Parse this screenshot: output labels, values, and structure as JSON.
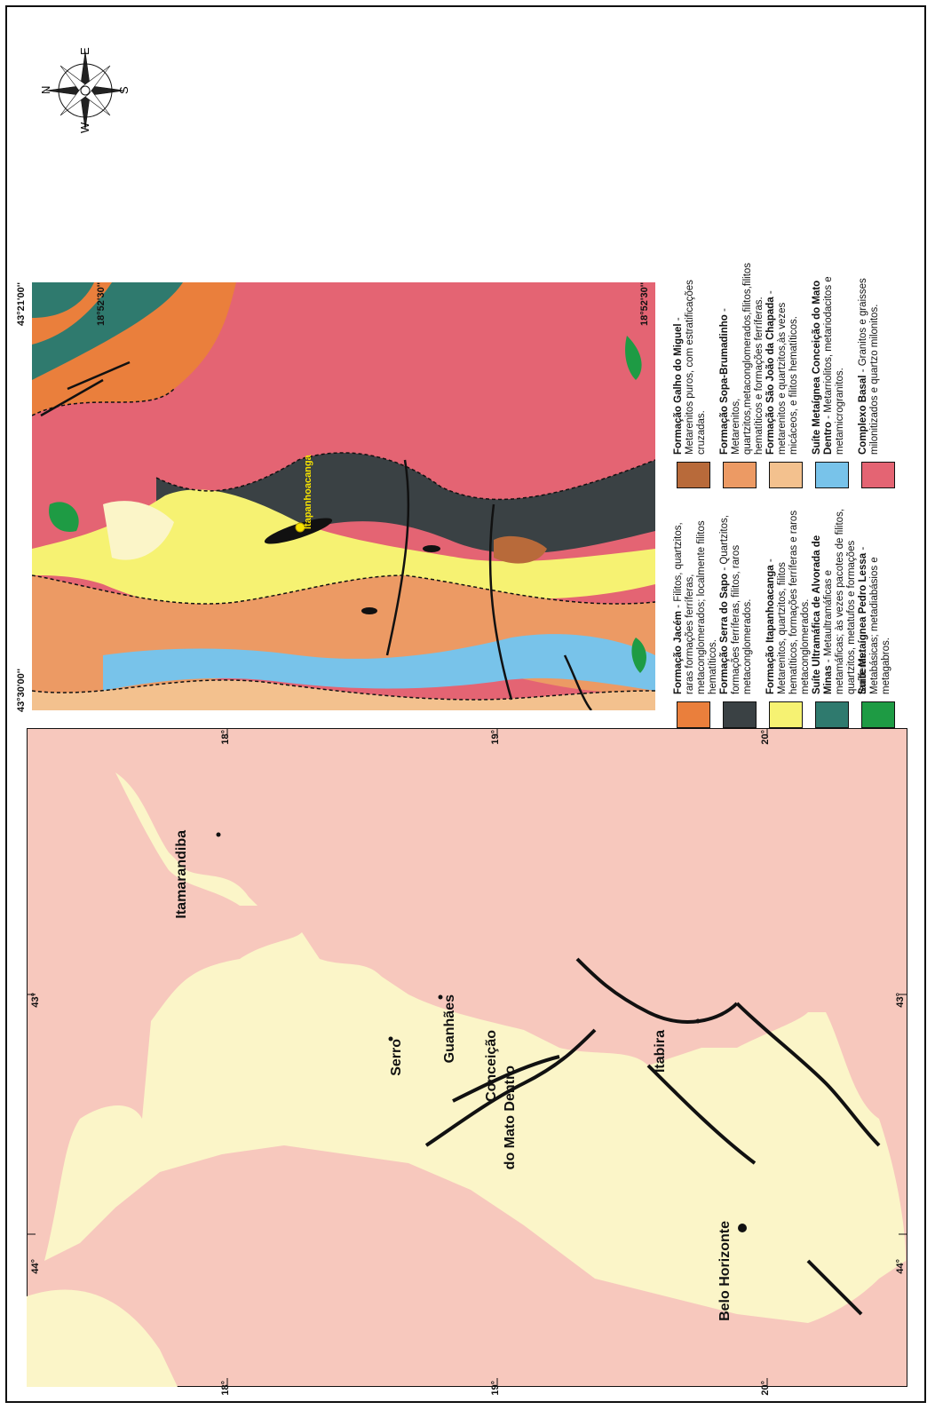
{
  "colors": {
    "jacem": "#ea7f3c",
    "serra_do_sapo": "#3a4144",
    "itapanhoacanga": "#f6f272",
    "ultramafica": "#2f7a6e",
    "pedro_lessa": "#1e9b44",
    "galho_do_miguel": "#b86a3a",
    "sopa_brumadinho": "#ec9a64",
    "sao_joao_chapada": "#f3c18e",
    "conceicao": "#78c3ea",
    "complexo_basal": "#e46473",
    "regional_bg": "#f7c8bd",
    "regional_belt": "#fbf5c8"
  },
  "detail_map": {
    "coords": {
      "top_left": "43°21'00''",
      "top_left_lat": "18°52'30''",
      "bottom_right_lat": "18°52'30''",
      "bottom_left": "43°30'00''"
    },
    "place_label": "Itapanhoacanga",
    "compass": {
      "n": "N",
      "e": "E",
      "s": "S",
      "w": "W"
    }
  },
  "legend": {
    "items": [
      {
        "key": "jacem",
        "title": "Formação Jacém",
        "desc": " - Filitos, quartzitos, raras formações ferríferas, metaconglomerados; localmente filitos hematíticos."
      },
      {
        "key": "serra_do_sapo",
        "title": "Formação Serra do Sapo",
        "desc": " - Quartzitos, formações ferríferas, filitos, raros metaconglomerados."
      },
      {
        "key": "itapanhoacanga",
        "title": "Formação Itapanhoacanga",
        "desc": " - Metarenitos, quartzitos, filitos hematíticos, formações ferríferas e raros metaconglomerados."
      },
      {
        "key": "ultramafica",
        "title": "Suíte Ultramáfica de Alvorada de Minas",
        "desc": " - Metaultramáficas e metamáficas; às vezes pacotes de filitos, quartzitos, metatufos e formações ferríferas."
      },
      {
        "key": "pedro_lessa",
        "title": "Suíte Metaígnea Pedro Lessa",
        "desc": " - Metabásicas; metadiabásios e metagabros."
      },
      {
        "key": "galho_do_miguel",
        "title": "Formação Galho do Miguel",
        "desc": " - Metarenitos puros, com estratificações cruzadas."
      },
      {
        "key": "sopa_brumadinho",
        "title": "Formação Sopa-Brumadinho",
        "desc": " - Metarenitos, quartzitos,metaconglomerados,filitos,filitos hematíticos e formações ferríferas."
      },
      {
        "key": "sao_joao_chapada",
        "title": "Formação São João da Chapada",
        "desc": " - metarenitos e quartzitos,às vezes micáceos, e filitos hematíticos."
      },
      {
        "key": "conceicao",
        "title": "Suíte Metaígnea Conceição do Mato Dentro",
        "desc": " - Metarriolitos, metariodacitos e metamicrogranitos."
      },
      {
        "key": "complexo_basal",
        "title": "Complexo Basal",
        "desc": " - Granitos e graisses milonitizados e quartzo milonitos."
      }
    ]
  },
  "regional_map": {
    "cities": [
      "Itamarandiba",
      "Guanhães",
      "Serro",
      "Conceição",
      "do Mato Dentro",
      "Itabira",
      "Belo Horizonte"
    ],
    "lat_labels": [
      "18°",
      "19°",
      "20°"
    ],
    "lon_labels": [
      "43°",
      "44°"
    ]
  }
}
